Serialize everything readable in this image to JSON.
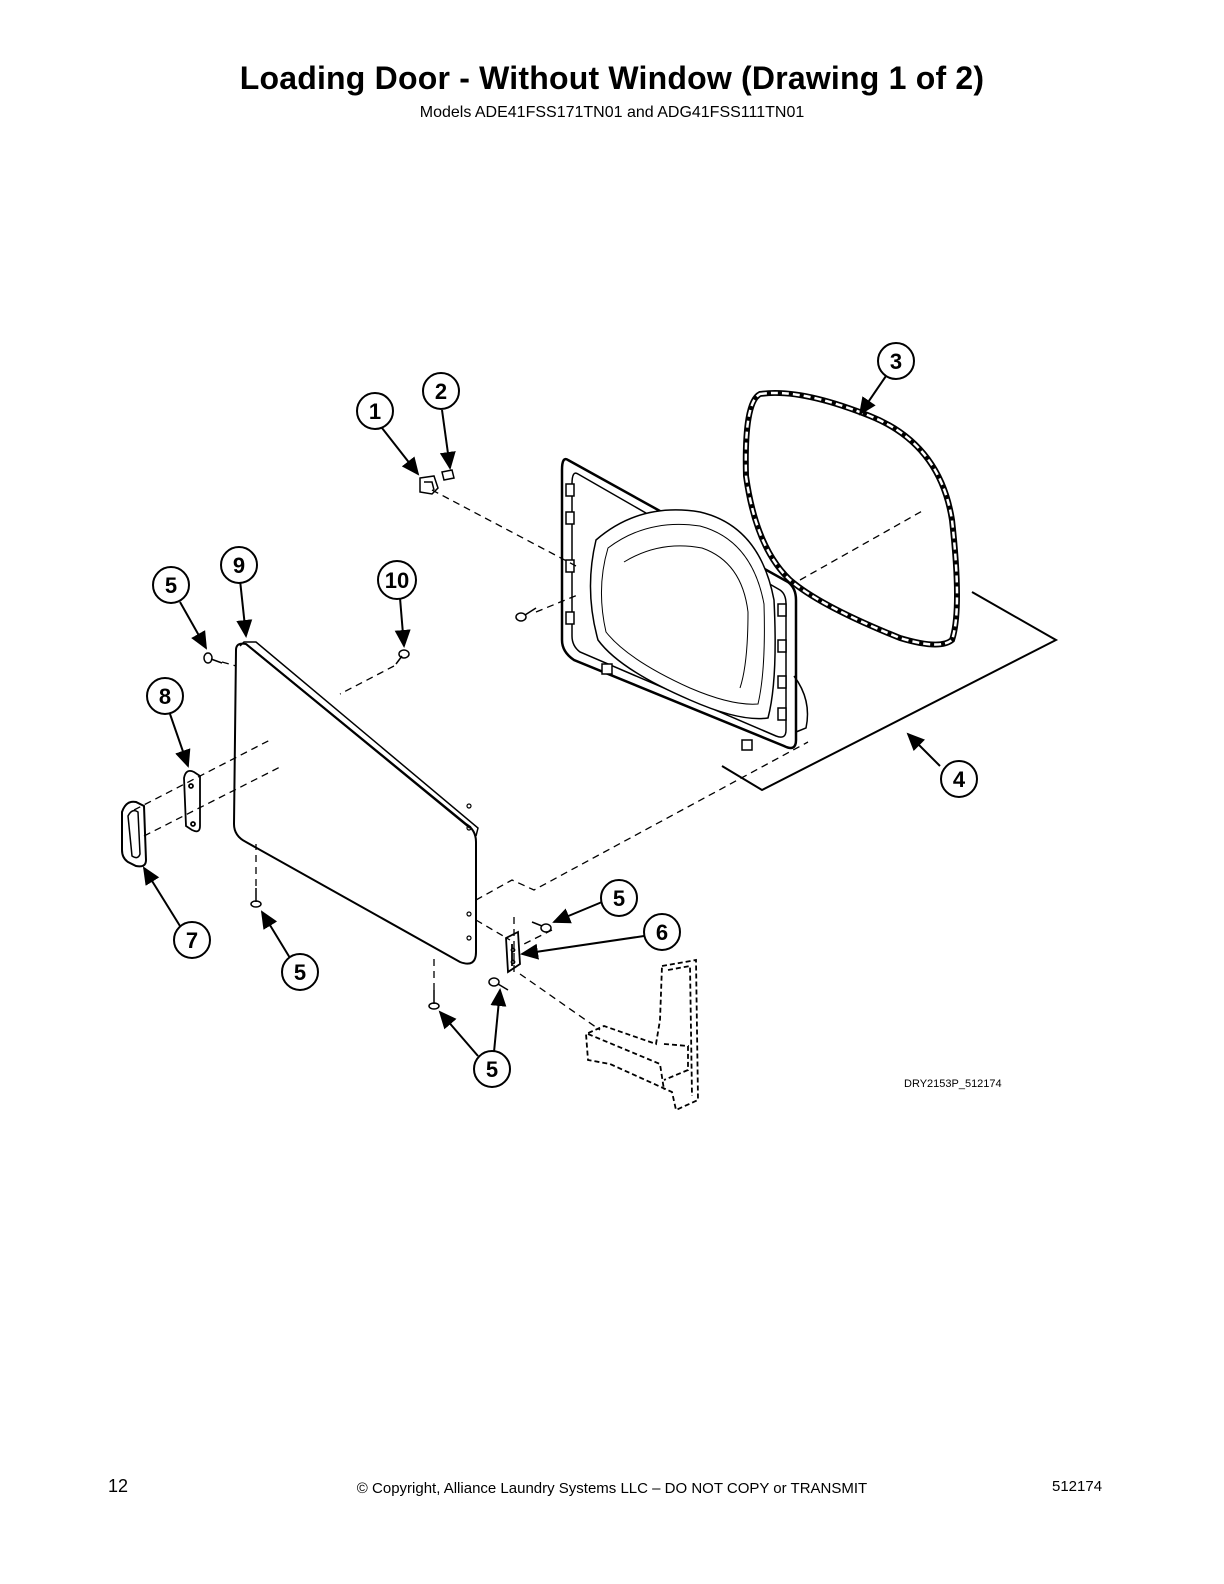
{
  "header": {
    "title": "Loading Door - Without Window (Drawing 1 of 2)",
    "subtitle": "Models ADE41FSS171TN01 and ADG41FSS111TN01"
  },
  "diagram": {
    "drawing_id": "DRY2153P_512174",
    "callouts": [
      "1",
      "2",
      "3",
      "4",
      "5",
      "6",
      "7",
      "8",
      "9",
      "10"
    ]
  },
  "footer": {
    "page_number": "12",
    "copyright": "© Copyright, Alliance Laundry Systems LLC – DO NOT COPY or TRANSMIT",
    "doc_number": "512174"
  }
}
